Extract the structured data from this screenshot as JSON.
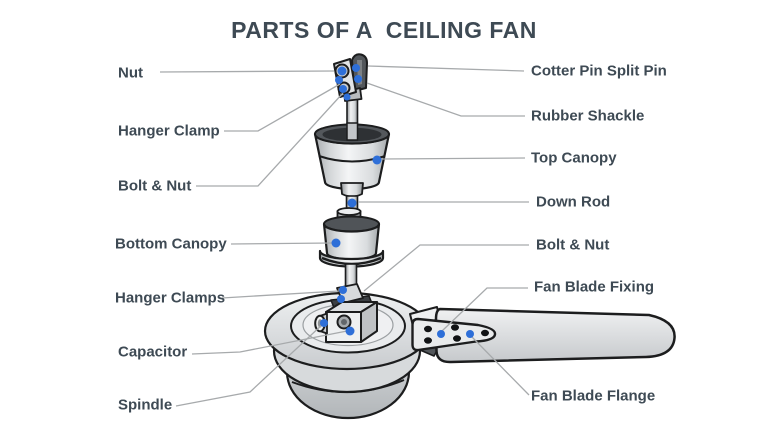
{
  "title": "PARTS OF A  CEILING FAN",
  "colors": {
    "title_text": "#3e4a54",
    "label_text": "#3e4a54",
    "leader_line": "#a7aaac",
    "marker_dot": "#2e6fd8",
    "artwork_outline": "#1c1d1e",
    "background": "#ffffff"
  },
  "labels": {
    "left": [
      {
        "id": "nut",
        "text": "Nut"
      },
      {
        "id": "hanger-clamp",
        "text": "Hanger Clamp"
      },
      {
        "id": "bolt-and-nut-left",
        "text": "Bolt & Nut"
      },
      {
        "id": "bottom-canopy",
        "text": "Bottom Canopy"
      },
      {
        "id": "hanger-clamps",
        "text": "Hanger Clamps"
      },
      {
        "id": "capacitor",
        "text": "Capacitor"
      },
      {
        "id": "spindle",
        "text": "Spindle"
      }
    ],
    "right": [
      {
        "id": "cotter-pin-split-pin",
        "text": "Cotter Pin Split Pin"
      },
      {
        "id": "rubber-shackle",
        "text": "Rubber Shackle"
      },
      {
        "id": "top-canopy",
        "text": "Top Canopy"
      },
      {
        "id": "down-rod",
        "text": "Down Rod"
      },
      {
        "id": "bolt-and-nut-right",
        "text": "Bolt & Nut"
      },
      {
        "id": "fan-blade-fixing",
        "text": "Fan Blade Fixing"
      },
      {
        "id": "fan-blade-flange",
        "text": "Fan Blade Flange"
      }
    ]
  }
}
